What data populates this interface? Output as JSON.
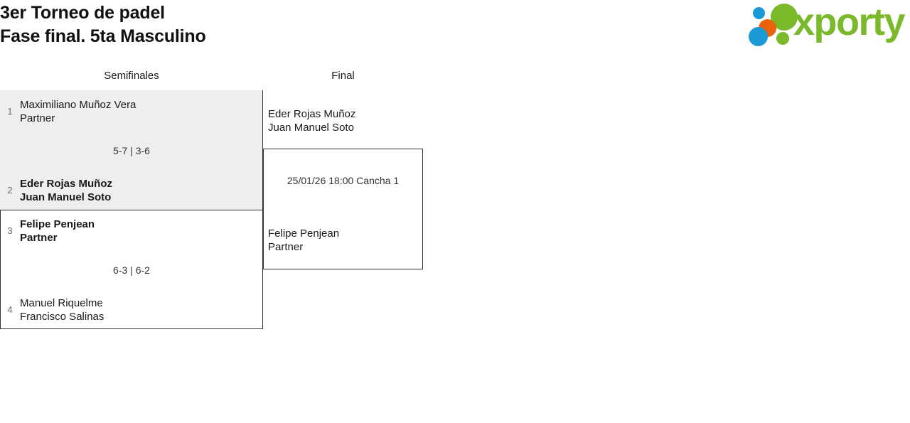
{
  "header": {
    "title_line1": "3er Torneo de padel",
    "title_line2": "Fase final. 5ta Masculino",
    "logo": {
      "wordmark": "xporty",
      "colors": {
        "blue": "#1c9ad6",
        "orange": "#e8630a",
        "green": "#7ab929"
      }
    }
  },
  "bracket": {
    "rounds": [
      {
        "label": "Semifinales"
      },
      {
        "label": "Final"
      }
    ],
    "semifinals": [
      {
        "score": "5-7 | 3-6",
        "teams": [
          {
            "seed": "1",
            "player1": "Maximiliano Muñoz Vera",
            "player2": "Partner",
            "winner": false
          },
          {
            "seed": "2",
            "player1": "Eder Rojas Muñoz",
            "player2": "Juan Manuel Soto",
            "winner": true
          }
        ]
      },
      {
        "score": "6-3 | 6-2",
        "teams": [
          {
            "seed": "3",
            "player1": "Felipe Penjean",
            "player2": "Partner",
            "winner": true
          },
          {
            "seed": "4",
            "player1": "Manuel Riquelme",
            "player2": "Francisco Salinas",
            "winner": false
          }
        ]
      }
    ],
    "final": {
      "schedule": "25/01/26 18:00 Cancha 1",
      "teams": [
        {
          "player1": "Eder Rojas Muñoz",
          "player2": "Juan Manuel Soto",
          "winner": false
        },
        {
          "player1": "Felipe Penjean",
          "player2": "Partner",
          "winner": false
        }
      ]
    }
  }
}
